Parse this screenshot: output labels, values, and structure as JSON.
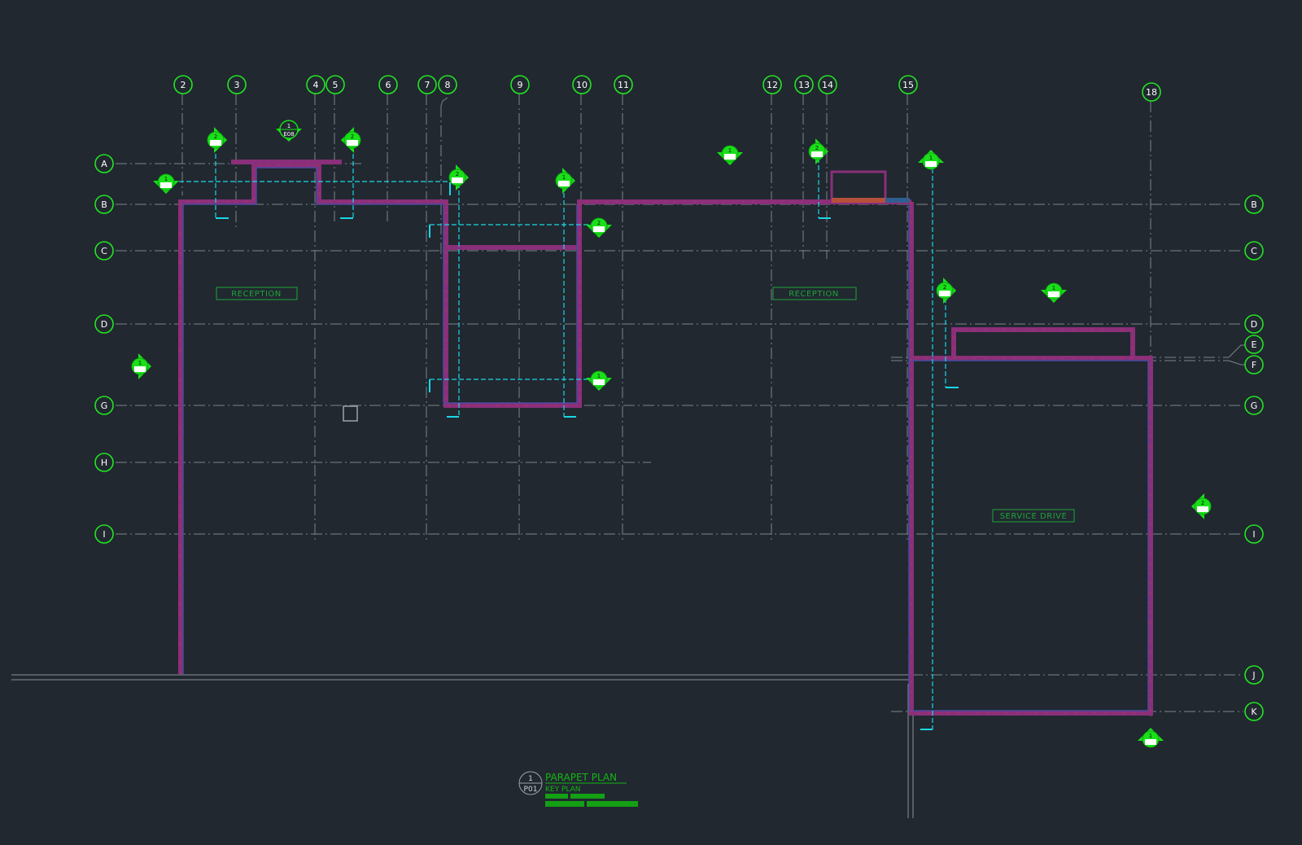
{
  "colors": {
    "background": "#212830",
    "grid_bubble": "#22e622",
    "grid_line": "#9aa2aa",
    "wall_magenta": "#8a2f7a",
    "wall_blue": "#4a4aa0",
    "section_cyan": "#1ad7e6",
    "marker_green": "#19e019",
    "room_label": "#1fa43a",
    "title_green": "#14b614"
  },
  "grid": {
    "columns": [
      {
        "label": "2",
        "id": "col-2"
      },
      {
        "label": "3",
        "id": "col-3"
      },
      {
        "label": "4",
        "id": "col-4"
      },
      {
        "label": "5",
        "id": "col-5"
      },
      {
        "label": "6",
        "id": "col-6"
      },
      {
        "label": "7",
        "id": "col-7"
      },
      {
        "label": "8",
        "id": "col-8"
      },
      {
        "label": "9",
        "id": "col-9"
      },
      {
        "label": "10",
        "id": "col-10"
      },
      {
        "label": "11",
        "id": "col-11"
      },
      {
        "label": "12",
        "id": "col-12"
      },
      {
        "label": "13",
        "id": "col-13"
      },
      {
        "label": "14",
        "id": "col-14"
      },
      {
        "label": "15",
        "id": "col-15"
      },
      {
        "label": "18",
        "id": "col-18"
      }
    ],
    "rows": [
      {
        "label": "A",
        "id": "row-A"
      },
      {
        "label": "B",
        "id": "row-B"
      },
      {
        "label": "C",
        "id": "row-C"
      },
      {
        "label": "D",
        "id": "row-D"
      },
      {
        "label": "E",
        "id": "row-E"
      },
      {
        "label": "F",
        "id": "row-F"
      },
      {
        "label": "G",
        "id": "row-G"
      },
      {
        "label": "H",
        "id": "row-H"
      },
      {
        "label": "I",
        "id": "row-I"
      },
      {
        "label": "J",
        "id": "row-J"
      },
      {
        "label": "K",
        "id": "row-K"
      }
    ]
  },
  "rooms": {
    "reception_left": "RECEPTION",
    "reception_right": "RECEPTION",
    "service_drive": "SERVICE DRIVE"
  },
  "markers": {
    "m1": {
      "num": "1"
    },
    "m2": {
      "num": "2"
    },
    "m3": {
      "num": "2"
    },
    "m4": {
      "num": "2"
    },
    "m5": {
      "num": "2"
    },
    "m6": {
      "num": "1"
    },
    "m7": {
      "num": "2"
    },
    "m8": {
      "num": "1"
    },
    "m9": {
      "num": "1"
    },
    "m10": {
      "num": "2"
    },
    "m11": {
      "num": "1"
    },
    "m12": {
      "num": "2"
    },
    "m13": {
      "num": "1"
    },
    "m14": {
      "num": "1"
    },
    "m15": {
      "num": "2"
    },
    "m16": {
      "num": "1"
    }
  },
  "elevation_tag": {
    "num": "1",
    "sheet": "E08"
  },
  "title_block": {
    "detail_number": "1",
    "sheet_number": "P01",
    "title": "PARAPET PLAN",
    "subtitle": "KEY PLAN"
  }
}
